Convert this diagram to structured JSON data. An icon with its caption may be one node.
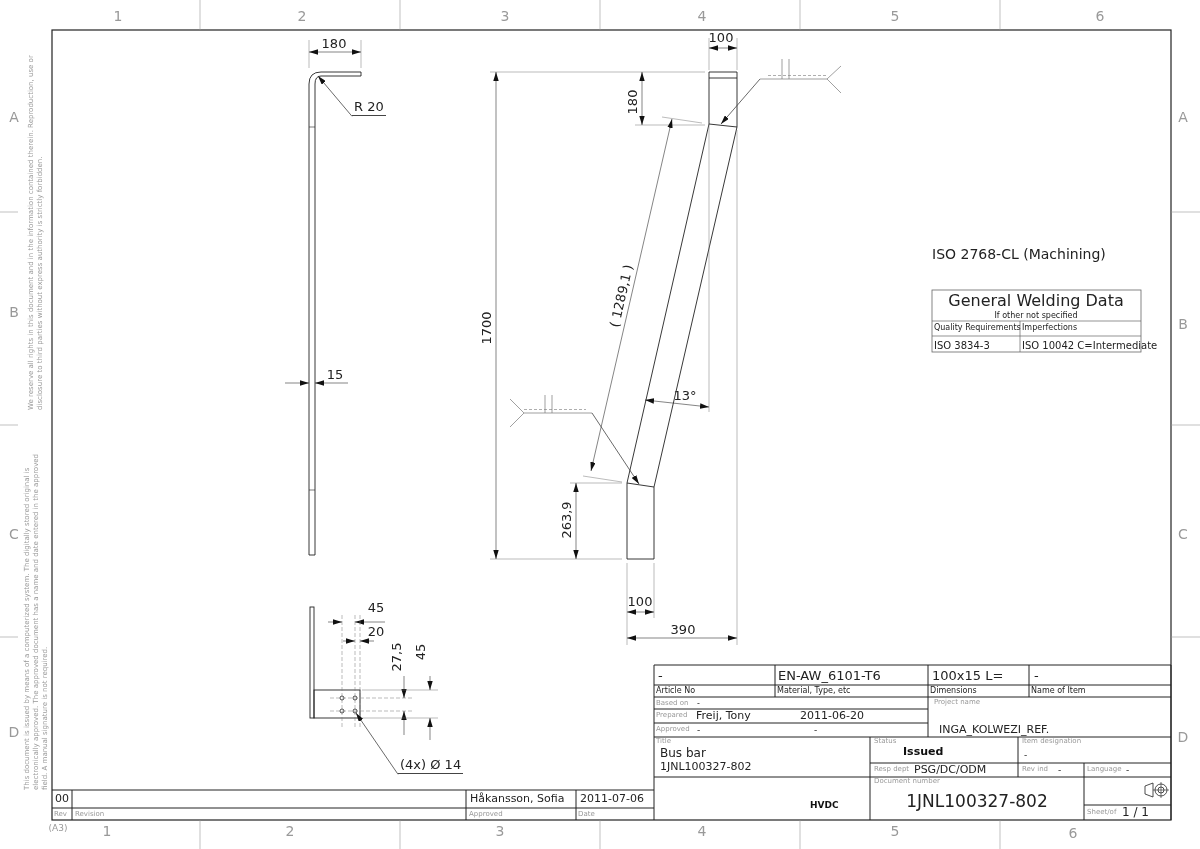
{
  "diagram": {
    "nodes": [
      {
        "text": [
          "R 20"
        ]
      },
      {
        "text": [
          "(4x)  Ø 14"
        ]
      },
      {
        "text": [],
        "shape": "picture"
      },
      {
        "text": [],
        "shape": "picture"
      }
    ],
    "edges": [
      {
        "from": 0,
        "to": null,
        "arrow": "to"
      },
      {
        "from": 1,
        "to": null,
        "arrow": "to"
      },
      {
        "from": 2,
        "to": null,
        "arrow": "to"
      },
      {
        "from": 3,
        "to": null,
        "arrow": "to"
      }
    ],
    "labels": [
      "1",
      "2",
      "3",
      "4",
      "5",
      "6",
      "A",
      "A",
      "180",
      "100",
      "180",
      "1700",
      "( 1289,1 )",
      "B",
      "B",
      "ISO 2768-CL (Machining)",
      "General Welding Data",
      "If other not specified",
      "Quality Requirements",
      "Imperfections",
      "ISO 3834-3",
      "ISO 10042 C=Intermediate",
      "15",
      "13°",
      "We reserve all rights in this document and in the information contained therein. Reproduction, use or disclosure to third parties without express authority is strictly forbidden.",
      "This document is issued by means of a computerized system. The digitally stored original is electronically approved. The approved document has a name and date entered in the approved field. A manual signature is not required.",
      "263,9",
      "C",
      "C",
      "100",
      "45",
      "20",
      "390",
      "27,5",
      "45",
      "-",
      "EN-AW_6101-T6",
      "100x15 L=",
      "-",
      "Article No",
      "Material, Type, etc",
      "Dimensions",
      "Name of Item",
      "Based on",
      "-",
      "Project name",
      "Prepared",
      "Freij, Tony",
      "2011-06-20",
      "INGA_KOLWEZI_REF.",
      "Approved",
      "-",
      "-",
      "D",
      "D",
      "Title",
      "Status",
      "Item designation",
      "Bus bar",
      "Issued",
      "-",
      "1JNL100327-802",
      "Resp dept",
      "PSG/DC/ODM",
      "Rev ind",
      "-",
      "Language",
      "-",
      "Document number",
      "00",
      "Håkansson, Sofia",
      "2011-07-06",
      "HVDC",
      "1JNL100327-802",
      "Rev",
      "Revision",
      "Approved",
      "Date",
      "Sheet/of",
      "1 / 1",
      "(A3)",
      "1",
      "2",
      "3",
      "4",
      "5",
      "6"
    ]
  }
}
